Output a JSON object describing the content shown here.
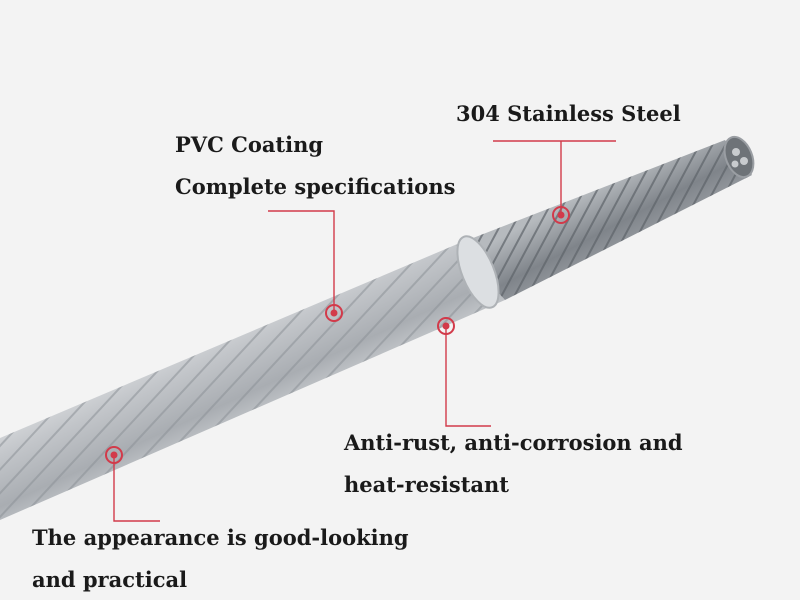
{
  "image": {
    "subject": "PVC-coated stainless steel wire rope",
    "background_color": "#f3f3f3",
    "coating_color": "#b9bcc0",
    "wire_color": "#8f949a",
    "callout_color": "#d23a4a"
  },
  "annotations": {
    "steel": "304 Stainless Steel",
    "pvc_line1": "PVC Coating",
    "pvc_line2": "Complete specifications",
    "rust_line1": "Anti-rust, anti-corrosion and",
    "rust_line2": "heat-resistant",
    "look_line1": "The appearance is good-looking",
    "look_line2": "and practical"
  }
}
